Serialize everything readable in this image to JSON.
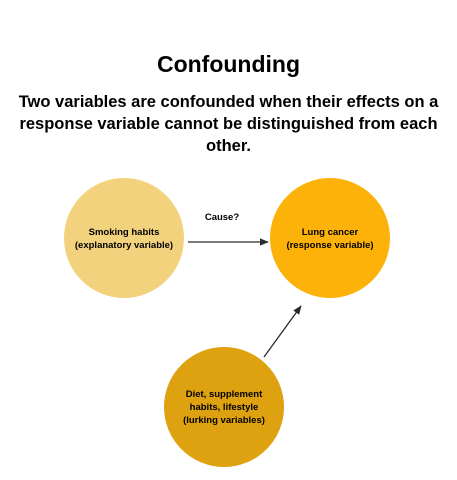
{
  "title": "Confounding",
  "subtitle": "Two variables are confounded when their effects on a response variable cannot be distinguished from each other.",
  "nodes": {
    "explanatory": {
      "lines": [
        "Smoking habits",
        "(explanatory variable)"
      ],
      "color": "#f3d27e"
    },
    "response": {
      "lines": [
        "Lung cancer",
        "(response variable)"
      ],
      "color": "#fcb208"
    },
    "lurking": {
      "lines": [
        "Diet, supplement",
        "habits, lifestyle",
        "(lurking variables)"
      ],
      "color": "#dea10f"
    }
  },
  "edges": {
    "cause_label": "Cause?",
    "arrow_color": "#2b2b2b"
  }
}
